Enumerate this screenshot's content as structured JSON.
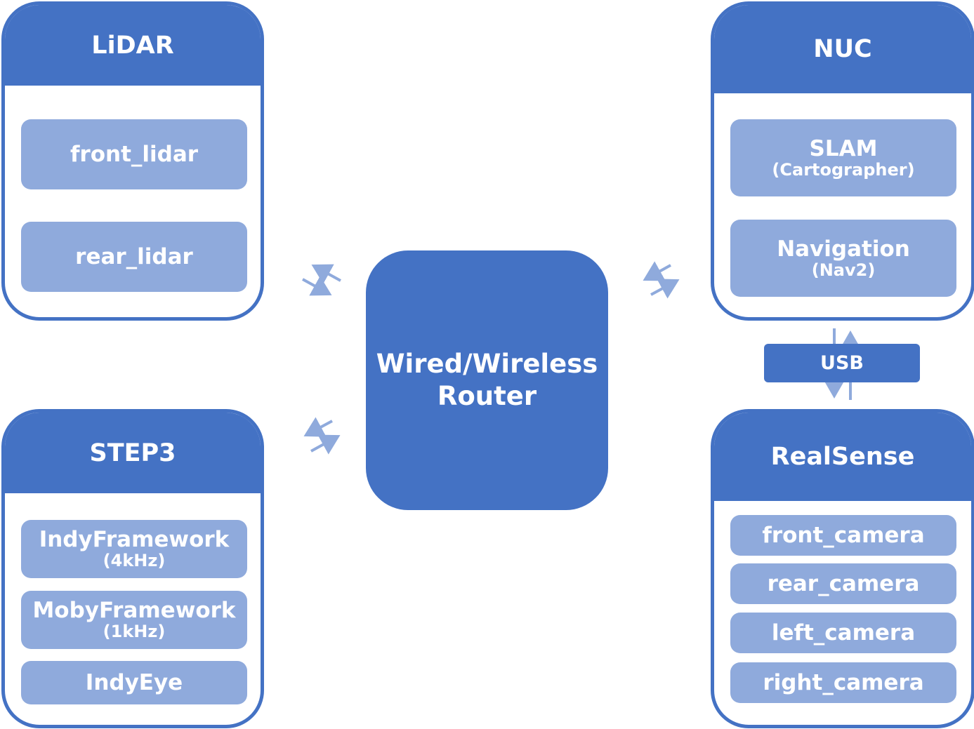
{
  "router": {
    "line1": "Wired/Wireless",
    "line2": "Router"
  },
  "lidar": {
    "title": "LiDAR",
    "items": [
      {
        "label": "front_lidar"
      },
      {
        "label": "rear_lidar"
      }
    ]
  },
  "step3": {
    "title": "STEP3",
    "items": [
      {
        "label": "IndyFramework",
        "sub": "(4kHz)"
      },
      {
        "label": "MobyFramework",
        "sub": "(1kHz)"
      },
      {
        "label": "IndyEye"
      }
    ]
  },
  "nuc": {
    "title": "NUC",
    "items": [
      {
        "label": "SLAM",
        "sub": "(Cartographer)"
      },
      {
        "label": "Navigation",
        "sub": "(Nav2)"
      }
    ]
  },
  "realsense": {
    "title": "RealSense",
    "items": [
      {
        "label": "front_camera"
      },
      {
        "label": "rear_camera"
      },
      {
        "label": "left_camera"
      },
      {
        "label": "right_camera"
      }
    ]
  },
  "usb": {
    "label": "USB"
  },
  "colors": {
    "primary": "#4472c4",
    "secondary": "#8faadc",
    "background": "#ffffff"
  }
}
